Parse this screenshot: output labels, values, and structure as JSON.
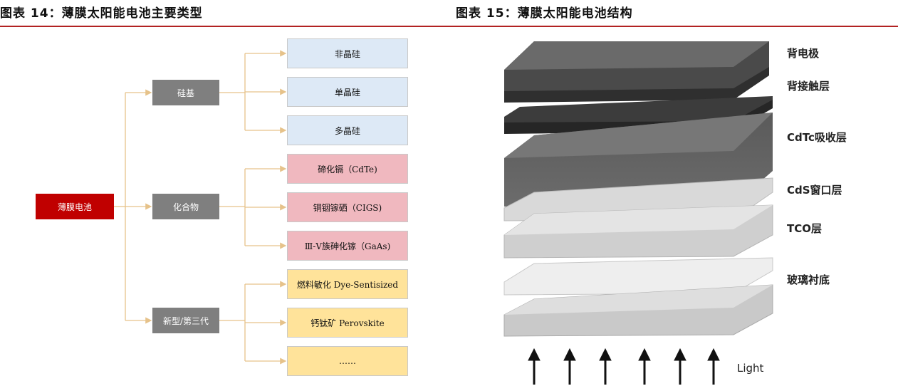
{
  "titles": {
    "left": "图表 14：薄膜太阳能电池主要类型",
    "right": "图表 15：薄膜太阳能电池结构"
  },
  "tree": {
    "root": "薄膜电池",
    "categories": [
      {
        "label": "硅基",
        "children": [
          "非晶硅",
          "单晶硅",
          "多晶硅"
        ],
        "fill": "#dde9f6"
      },
      {
        "label": "化合物",
        "children": [
          "碲化镉（CdTe)",
          "铜铟镓硒（CIGS)",
          "Ⅲ-Ⅴ族砷化镓（GaAs)"
        ],
        "fill": "#f0b8bf"
      },
      {
        "label": "新型/第三代",
        "children": [
          "燃料敏化 Dye-Sentisized",
          "钙钛矿 Perovskite",
          "……"
        ],
        "fill": "#ffe39a"
      }
    ]
  },
  "structure": {
    "layers": [
      "背电极",
      "背接触层",
      "CdTc吸收层",
      "CdS窗口层",
      "TCO层",
      "玻璃衬底"
    ],
    "light_label": "Light"
  },
  "colors": {
    "root": "#c00000",
    "category": "#7f7f7f",
    "connector": "#e6c28a",
    "rule": "#b22222"
  }
}
